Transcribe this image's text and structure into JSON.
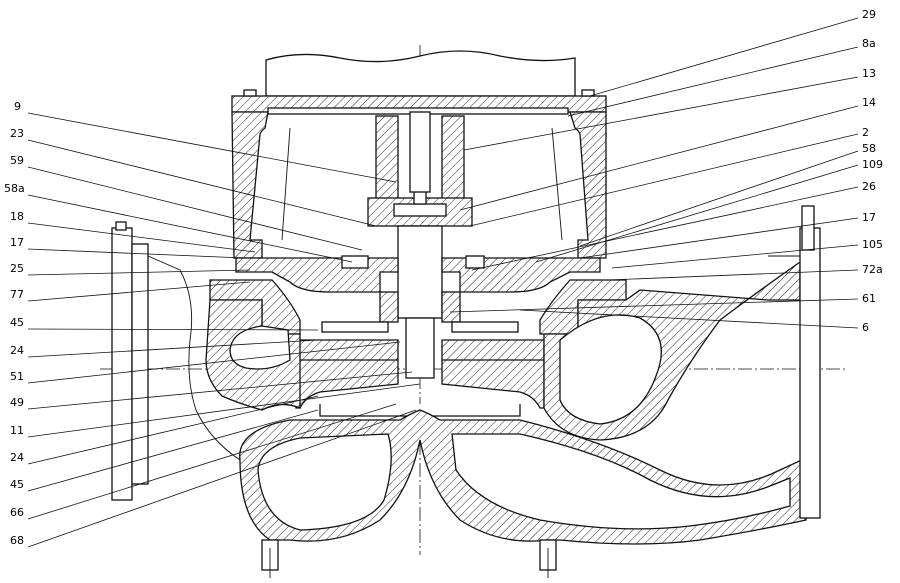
{
  "title": "",
  "labels_left": [
    "9",
    "23",
    "59",
    "58a",
    "18",
    "17",
    "25",
    "77",
    "45",
    "24",
    "51",
    "49",
    "11",
    "24",
    "45",
    "66",
    "68"
  ],
  "labels_right": [
    "29",
    "8a",
    "13",
    "14",
    "2",
    "58",
    "109",
    "26",
    "17",
    "105",
    "72a",
    "61",
    "6"
  ]
}
